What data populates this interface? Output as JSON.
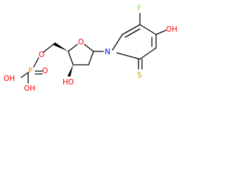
{
  "molecule": {
    "atoms": {
      "F": "F",
      "OH_ring": "OH",
      "N": "N",
      "S": "S",
      "O_ring": "O",
      "HO_sugar": "HO",
      "O_ester": "O",
      "P": "P",
      "OH_p1": "OH",
      "OH_p2": "OH",
      "O_double": "O"
    }
  },
  "colors": {
    "bond": "#000000",
    "carbon": "#000000",
    "oxygen": "#ff0000",
    "nitrogen": "#0000ff",
    "fluorine": "#90e050",
    "sulfur": "#c0a000",
    "phosphorus": "#ff8000"
  }
}
